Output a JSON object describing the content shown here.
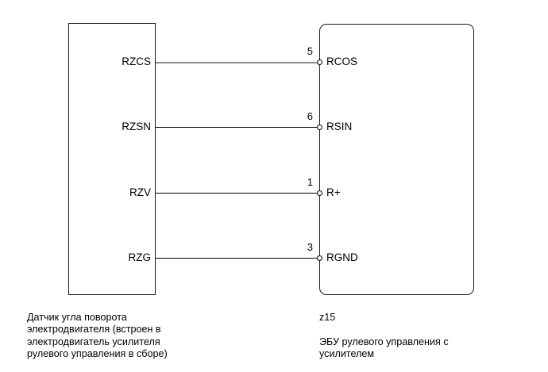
{
  "diagram": {
    "type": "wiring-diagram",
    "left_component": {
      "caption_lines": "Датчик угла поворота\nэлектродвигателя (встроен в\nэлектродвигатель усилителя\nрулевого управления в сборе)",
      "pins": [
        {
          "label": "RZCS"
        },
        {
          "label": "RZSN"
        },
        {
          "label": "RZV"
        },
        {
          "label": "RZG"
        }
      ]
    },
    "right_component": {
      "code": "z15",
      "caption_lines": "ЭБУ рулевого управления с\nусилителем",
      "pins": [
        {
          "number": "5",
          "label": "RCOS"
        },
        {
          "number": "6",
          "label": "RSIN"
        },
        {
          "number": "1",
          "label": "R+"
        },
        {
          "number": "3",
          "label": "RGND"
        }
      ]
    },
    "connections": [
      {
        "from": "RZCS",
        "to": "RCOS",
        "pin": "5",
        "highlighted": true
      },
      {
        "from": "RZSN",
        "to": "RSIN",
        "pin": "6",
        "highlighted": false
      },
      {
        "from": "RZV",
        "to": "R+",
        "pin": "1",
        "highlighted": false
      },
      {
        "from": "RZG",
        "to": "RGND",
        "pin": "3",
        "highlighted": false
      }
    ],
    "colors": {
      "line": "#000000",
      "highlight": "#8c8c8c",
      "box_border": "#1a1a1a",
      "background": "#ffffff"
    }
  }
}
